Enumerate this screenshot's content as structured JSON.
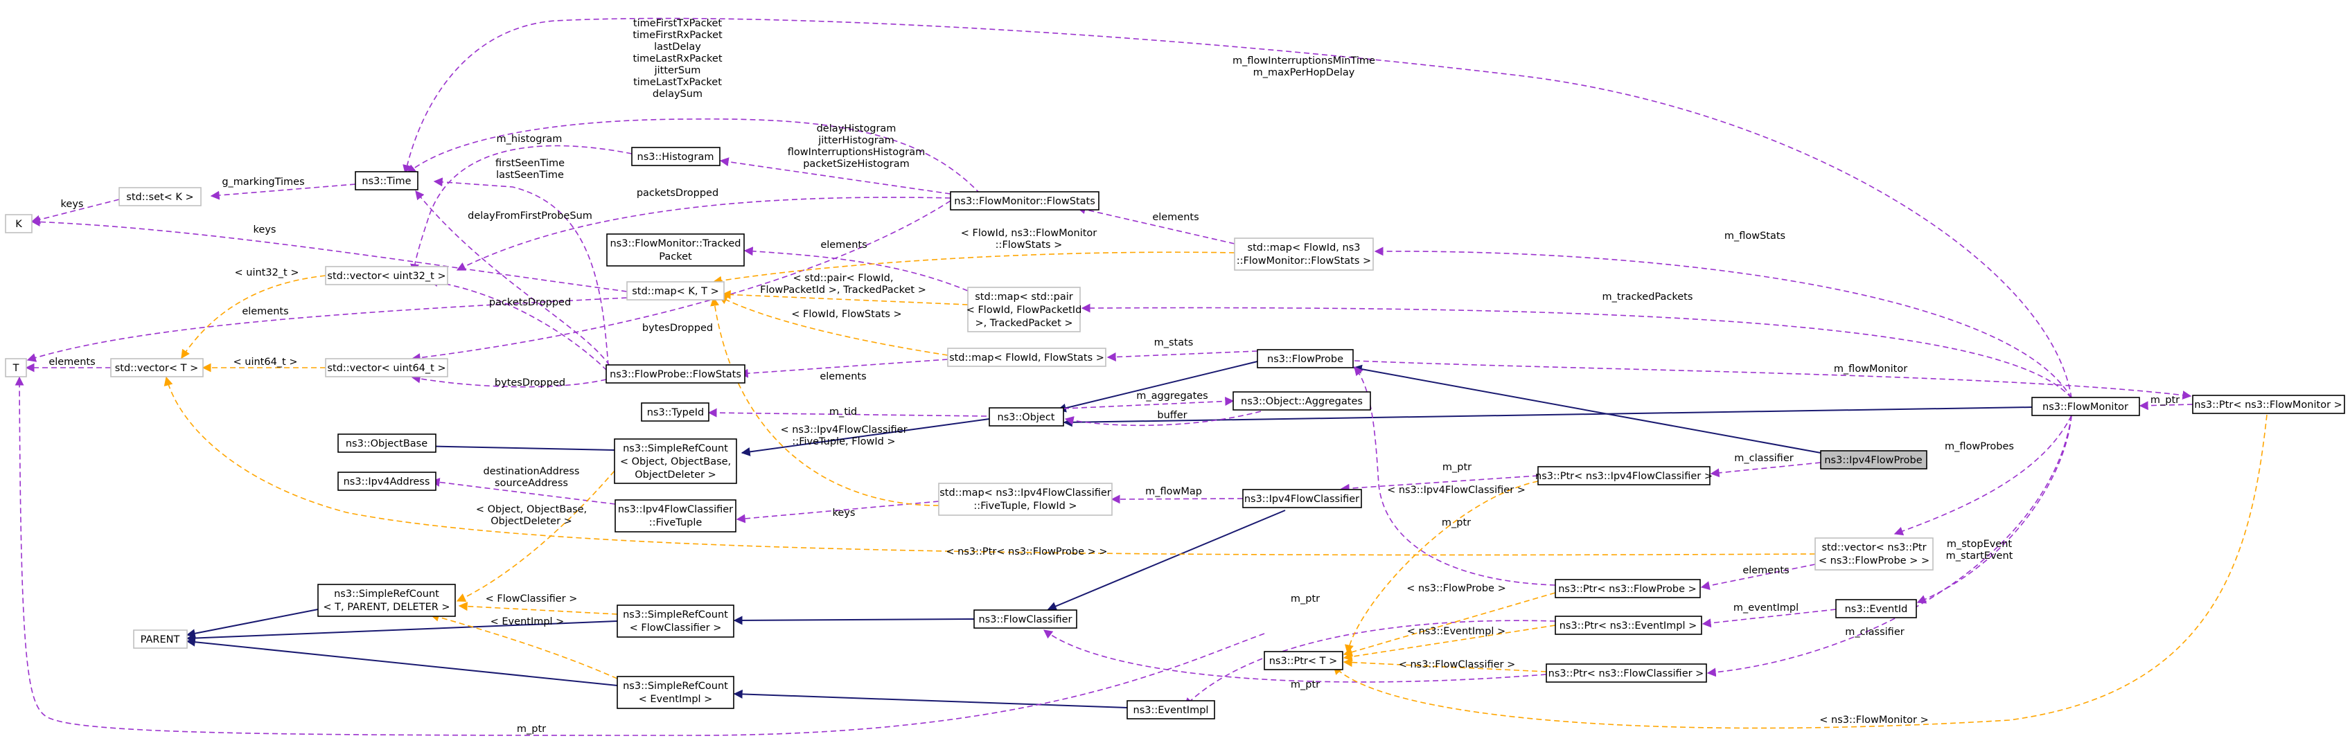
{
  "colors": {
    "inheritance": "#191970",
    "usage": "#9a32cd",
    "template": "#ffa500",
    "focus_fill": "#bfbfbf",
    "template_border": "#bfbfbf"
  },
  "nodes": {
    "k": [
      "K"
    ],
    "t": [
      "T"
    ],
    "parent": [
      "PARENT"
    ],
    "set_k": [
      "std::set< K >"
    ],
    "time": [
      "ns3::Time"
    ],
    "vector_t": [
      "std::vector< T >"
    ],
    "vector_u32": [
      "std::vector< uint32_t >"
    ],
    "vector_u64": [
      "std::vector< uint64_t >"
    ],
    "map_kt": [
      "std::map< K, T >"
    ],
    "histogram": [
      "ns3::Histogram"
    ],
    "tracked_packet": [
      "ns3::FlowMonitor::Tracked",
      "Packet"
    ],
    "flowprobe_flowstats": [
      "ns3::FlowProbe::FlowStats"
    ],
    "typeid": [
      "ns3::TypeId"
    ],
    "objectbase": [
      "ns3::ObjectBase"
    ],
    "ipv4address": [
      "ns3::Ipv4Address"
    ],
    "srefcount_obj": [
      "ns3::SimpleRefCount",
      "< Object, ObjectBase,",
      "ObjectDeleter >"
    ],
    "fivetuple": [
      "ns3::Ipv4FlowClassifier",
      "::FiveTuple"
    ],
    "srefcount_tpl": [
      "ns3::SimpleRefCount",
      "< T, PARENT, DELETER >"
    ],
    "srefcount_fc": [
      "ns3::SimpleRefCount",
      "< FlowClassifier >"
    ],
    "srefcount_ei": [
      "ns3::SimpleRefCount",
      "< EventImpl >"
    ],
    "flowmonitor_flowstats": [
      "ns3::FlowMonitor::FlowStats"
    ],
    "map_flowid_fmstats": [
      "std::map< FlowId, ns3",
      "::FlowMonitor::FlowStats >"
    ],
    "map_pair_tracked": [
      "std::map< std::pair",
      "< FlowId, FlowPacketId",
      ">, TrackedPacket >"
    ],
    "map_flowid_stats": [
      "std::map< FlowId, FlowStats >"
    ],
    "object": [
      "ns3::Object"
    ],
    "map_fivetuple": [
      "std::map< ns3::Ipv4FlowClassifier",
      "::FiveTuple, FlowId >"
    ],
    "flowclassifier": [
      "ns3::FlowClassifier"
    ],
    "eventimpl": [
      "ns3::EventImpl"
    ],
    "flowprobe": [
      "ns3::FlowProbe"
    ],
    "aggregates": [
      "ns3::Object::Aggregates"
    ],
    "ipv4flowclassifier": [
      "ns3::Ipv4FlowClassifier"
    ],
    "ptr_ipv4fc": [
      "ns3::Ptr< ns3::Ipv4FlowClassifier >"
    ],
    "ptr_t": [
      "ns3::Ptr< T >"
    ],
    "ptr_flowprobe": [
      "ns3::Ptr< ns3::FlowProbe >"
    ],
    "ptr_eventimpl": [
      "ns3::Ptr< ns3::EventImpl >"
    ],
    "ptr_flowclassifier": [
      "ns3::Ptr< ns3::FlowClassifier >"
    ],
    "ipv4flowprobe": [
      "ns3::Ipv4FlowProbe"
    ],
    "vector_ptr_flowprobe": [
      "std::vector< ns3::Ptr",
      "< ns3::FlowProbe > >"
    ],
    "eventid": [
      "ns3::EventId"
    ],
    "flowmonitor": [
      "ns3::FlowMonitor"
    ],
    "ptr_flowmonitor": [
      "ns3::Ptr< ns3::FlowMonitor >"
    ]
  },
  "edge_labels": {
    "time_multi": [
      "timeFirstTxPacket",
      "timeFirstRxPacket",
      "lastDelay",
      "timeLastRxPacket",
      "jitterSum",
      "timeLastTxPacket",
      "delaySum"
    ],
    "fm_interruptions": [
      "m_flowInterruptionsMinTime",
      "m_maxPerHopDelay"
    ],
    "histograms": [
      "delayHistogram",
      "jitterHistogram",
      "flowInterruptionsHistogram",
      "packetSizeHistogram"
    ],
    "m_histogram": [
      "m_histogram"
    ],
    "g_markingtimes": [
      "g_markingTimes"
    ],
    "keys_set": [
      "keys"
    ],
    "first_last_seen": [
      "firstSeenTime",
      "lastSeenTime"
    ],
    "packetsdropped_top": [
      "packetsDropped"
    ],
    "delayfromfirst": [
      "delayFromFirstProbeSum"
    ],
    "elements_fmflowstats": [
      "elements"
    ],
    "keys_map": [
      "keys"
    ],
    "tpl_flowid_fmstats": [
      "< FlowId, ns3::FlowMonitor",
      "::FlowStats >"
    ],
    "elements_tracked": [
      "elements"
    ],
    "m_flowstats": [
      "m_flowStats"
    ],
    "uint32_tpl": [
      "< uint32_t >"
    ],
    "tpl_pair": [
      "< std::pair< FlowId,",
      "FlowPacketId >, TrackedPacket >"
    ],
    "elements_t": [
      "elements"
    ],
    "packetsdropped_mid": [
      "packetsDropped"
    ],
    "tpl_flowid_flowstats": [
      "< FlowId, FlowStats >"
    ],
    "m_trackedpackets": [
      "m_trackedPackets"
    ],
    "bytesdropped_upper": [
      "bytesDropped"
    ],
    "elements_vector": [
      "elements"
    ],
    "uint64_tpl": [
      "< uint64_t >"
    ],
    "m_stats": [
      "m_stats"
    ],
    "bytesdropped_lower": [
      "bytesDropped"
    ],
    "elements_ppstats": [
      "elements"
    ],
    "m_flowmonitor": [
      "m_flowMonitor"
    ],
    "m_aggregates": [
      "m_aggregates"
    ],
    "m_tid": [
      "m_tid"
    ],
    "buffer": [
      "buffer"
    ],
    "m_ptr_fm": [
      "m_ptr"
    ],
    "tpl_fivetuple_flowid": [
      "< ns3::Ipv4FlowClassifier",
      "::FiveTuple, FlowId >"
    ],
    "m_flowprobes": [
      "m_flowProbes"
    ],
    "m_classifier_top": [
      "m_classifier"
    ],
    "dest_source": [
      "destinationAddress",
      "sourceAddress"
    ],
    "m_ptr_ipv4fc": [
      "m_ptr"
    ],
    "keys_fivetuple": [
      "keys"
    ],
    "m_flowmap": [
      "m_flowMap"
    ],
    "tpl_ipv4fc": [
      "< ns3::Ipv4FlowClassifier >"
    ],
    "tpl_object_objectbase": [
      "< Object, ObjectBase,",
      "ObjectDeleter >"
    ],
    "m_ptr_fp": [
      "m_ptr"
    ],
    "tpl_ptr_flowprobe": [
      "< ns3::Ptr< ns3::FlowProbe > >"
    ],
    "elements_ptr_fp": [
      "elements"
    ],
    "m_stop_start": [
      "m_stopEvent",
      "m_startEvent"
    ],
    "tpl_flowclassifier_src": [
      "< FlowClassifier >"
    ],
    "tpl_flowprobe": [
      "< ns3::FlowProbe >"
    ],
    "m_ptr_ei": [
      "m_ptr"
    ],
    "m_eventimpl": [
      "m_eventImpl"
    ],
    "tpl_eventimpl_src": [
      "< EventImpl >"
    ],
    "tpl_eventimpl": [
      "< ns3::EventImpl >"
    ],
    "m_classifier_bottom": [
      "m_classifier"
    ],
    "tpl_flowclassifier": [
      "< ns3::FlowClassifier >"
    ],
    "m_ptr_fc": [
      "m_ptr"
    ],
    "tpl_flowmonitor": [
      "< ns3::FlowMonitor >"
    ],
    "m_ptr_t": [
      "m_ptr"
    ]
  }
}
